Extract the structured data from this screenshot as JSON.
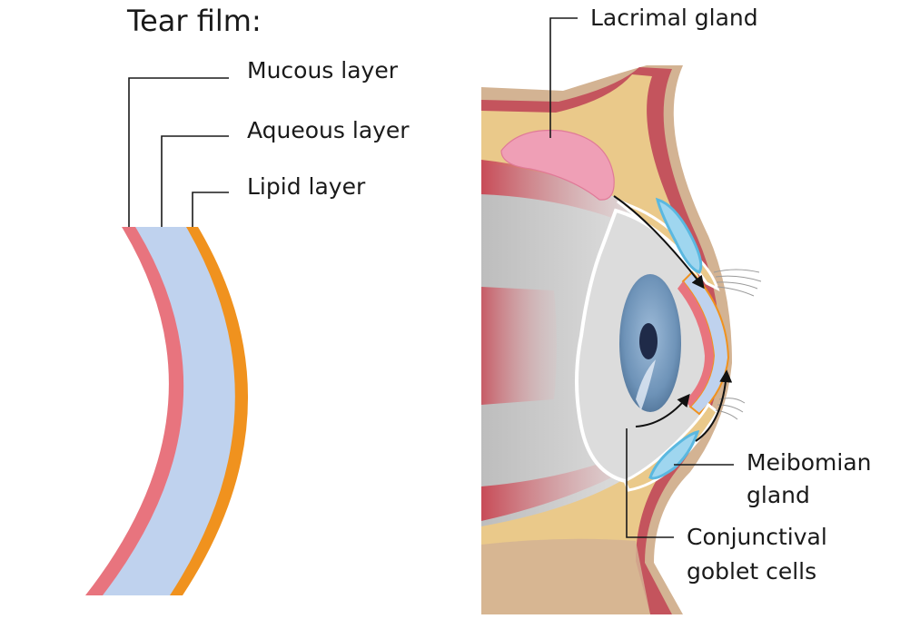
{
  "title": "Tear film:",
  "labels": {
    "mucous": "Mucous layer",
    "aqueous": "Aqueous layer",
    "lipid": "Lipid layer",
    "lacrimal": "Lacrimal gland",
    "meibomian_1": "Meibomian",
    "meibomian_2": "gland",
    "goblet_1": "Conjunctival",
    "goblet_2": "goblet cells"
  },
  "colors": {
    "mucous": "#e8747e",
    "aqueous": "#bfd2ee",
    "lipid": "#f0921e",
    "gland": "#ef9fb6",
    "tissue": "#eac98a",
    "skin": "#d3b393",
    "muscle": "#c4545d",
    "sclera": "#dcdcdc",
    "iris": "#6e93b8",
    "pupil": "#1f2a48",
    "meibomian": "#5ab8e0"
  }
}
